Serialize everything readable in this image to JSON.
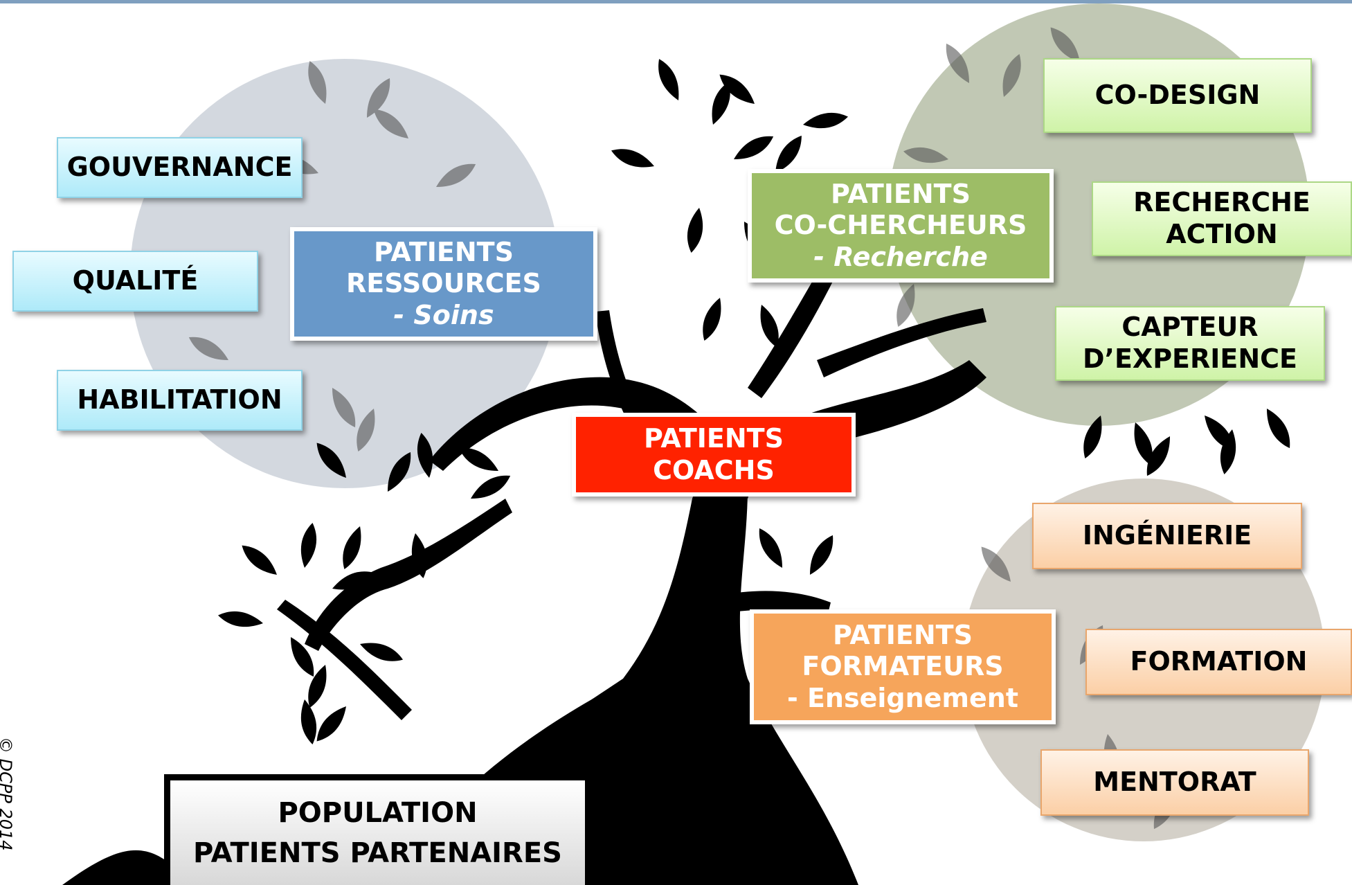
{
  "colors": {
    "cluster_left": "#c9cfd8",
    "cluster_right_top": "#b3bca4",
    "cluster_right_bottom": "#c4beb3",
    "tree": "#000000",
    "ressources": "#6898c9",
    "chercheurs": "#9dbd66",
    "coachs": "#ff2200",
    "formateurs": "#f6a55b"
  },
  "roles": {
    "ressources": {
      "line1": "PATIENTS",
      "line2": "RESSOURCES",
      "subtitle": "- Soins"
    },
    "chercheurs": {
      "line1": "PATIENTS",
      "line2": "CO-CHERCHEURS",
      "subtitle": "- Recherche"
    },
    "coachs": {
      "line1": "PATIENTS",
      "line2": "COACHS"
    },
    "formateurs": {
      "line1": "PATIENTS",
      "line2": "FORMATEURS",
      "subtitle": "- Enseignement"
    }
  },
  "care_items": [
    "GOUVERNANCE",
    "QUALITÉ",
    "HABILITATION"
  ],
  "research_items": [
    "CO-DESIGN",
    "RECHERCHE",
    "ACTION",
    "CAPTEUR",
    "D’EXPERIENCE"
  ],
  "teaching_items": [
    "INGÉNIERIE",
    "FORMATION",
    "MENTORAT"
  ],
  "base": {
    "line1": "POPULATION",
    "line2": "PATIENTS PARTENAIRES"
  },
  "copyright": "© DCPP 2014"
}
